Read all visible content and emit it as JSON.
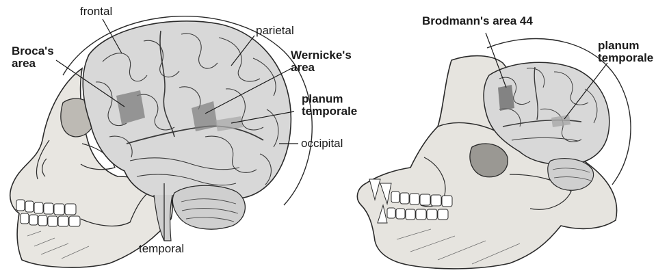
{
  "human": {
    "labels": {
      "frontal": "frontal",
      "parietal": "parietal",
      "broca_line1": "Broca's",
      "broca_line2": "area",
      "wernicke_line1": "Wernicke's",
      "wernicke_line2": "area",
      "planum_line1": "planum",
      "planum_line2": "temporale",
      "occipital": "occipital",
      "temporal": "temporal"
    }
  },
  "ape": {
    "labels": {
      "brodmann": "Brodmann's area 44",
      "planum_line1": "planum",
      "planum_line2": "temporale"
    }
  },
  "colors": {
    "ink": "#2a2a2a",
    "brain": "#d6d6d6",
    "bone": "#e6e4df",
    "highlight_dark": "#7e7e7e",
    "highlight_light": "#a9a9a9"
  }
}
